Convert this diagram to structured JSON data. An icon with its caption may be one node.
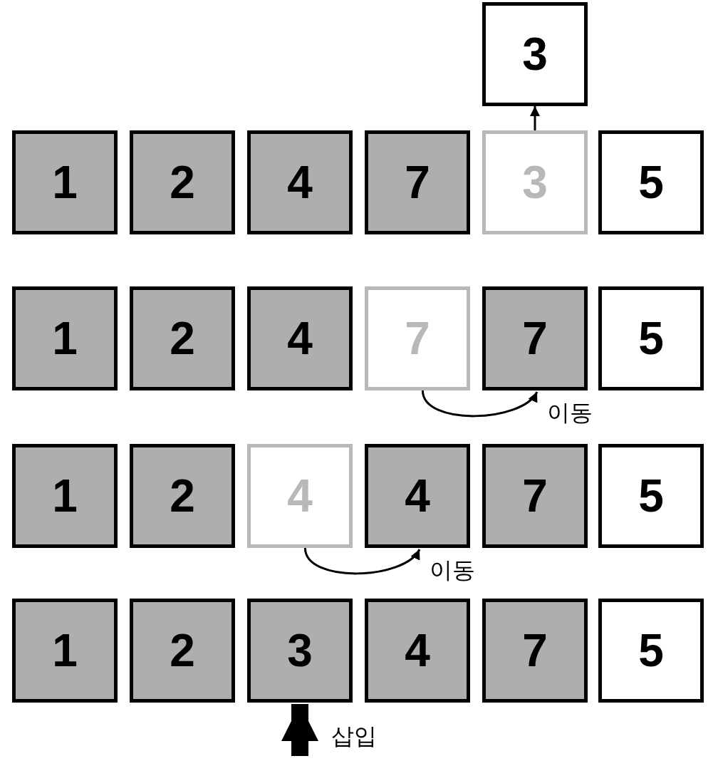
{
  "diagram": {
    "nodes": [
      {
        "text": [
          "3"
        ]
      },
      {
        "text": [
          "1"
        ]
      },
      {
        "text": [
          "2"
        ]
      },
      {
        "text": [
          "4"
        ]
      },
      {
        "text": [
          "7"
        ]
      },
      {
        "text": [
          "3"
        ]
      },
      {
        "text": [
          "5"
        ]
      },
      {
        "text": [
          "1"
        ]
      },
      {
        "text": [
          "2"
        ]
      },
      {
        "text": [
          "4"
        ]
      },
      {
        "text": [
          "7"
        ]
      },
      {
        "text": [
          "7"
        ]
      },
      {
        "text": [
          "5"
        ]
      },
      {
        "text": [
          "1"
        ]
      },
      {
        "text": [
          "2"
        ]
      },
      {
        "text": [
          "4"
        ]
      },
      {
        "text": [
          "4"
        ]
      },
      {
        "text": [
          "7"
        ]
      },
      {
        "text": [
          "5"
        ]
      },
      {
        "text": [
          "1"
        ]
      },
      {
        "text": [
          "2"
        ]
      },
      {
        "text": [
          "3"
        ]
      },
      {
        "text": [
          "4"
        ]
      },
      {
        "text": [
          "7"
        ]
      },
      {
        "text": [
          "5"
        ]
      }
    ],
    "edges": [
      {
        "from": 5,
        "to": 0,
        "arrow": "to"
      },
      {
        "from": 10,
        "to": 11,
        "arrow": "to",
        "label": "이동"
      },
      {
        "from": 15,
        "to": 16,
        "arrow": "to",
        "label": "이동"
      },
      {
        "from": null,
        "to": 21,
        "arrow": "to",
        "label": "삽입",
        "style": "thick"
      }
    ]
  }
}
